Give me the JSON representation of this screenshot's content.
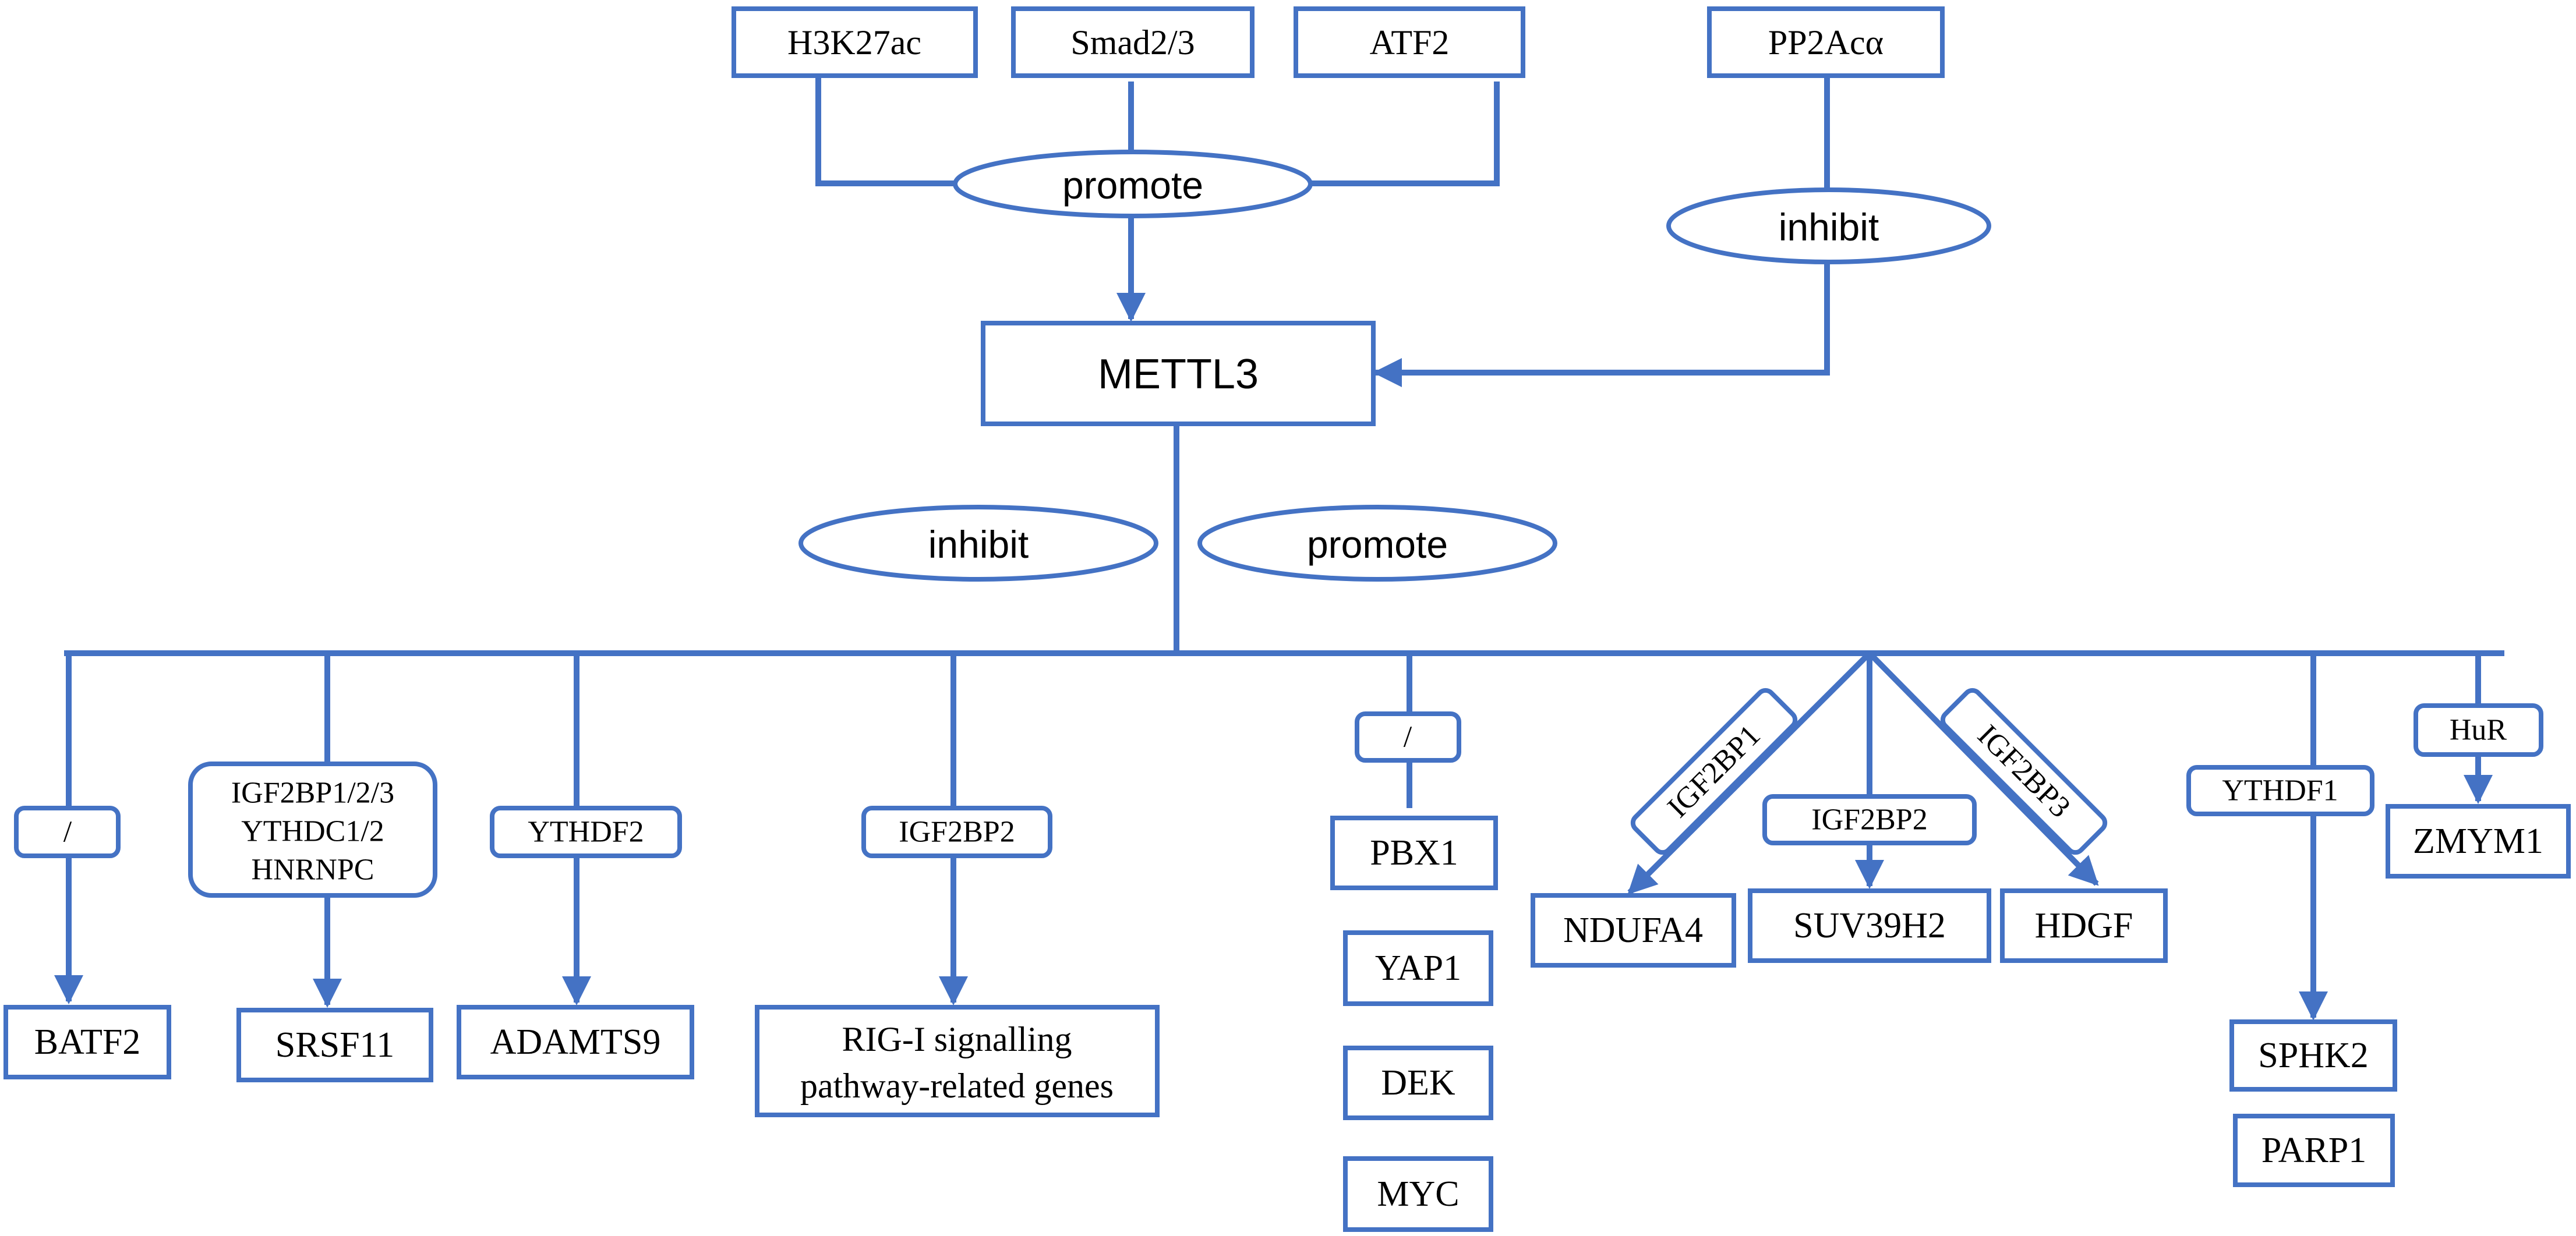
{
  "upstream": {
    "h3k27ac": "H3K27ac",
    "smad": "Smad2/3",
    "atf2": "ATF2",
    "pp2a": "PP2Acα",
    "promote": "promote",
    "inhibit": "inhibit"
  },
  "center": {
    "mettl3": "METTL3",
    "inhibit": "inhibit",
    "promote": "promote"
  },
  "readers": {
    "slash1": "/",
    "igf2bp123": "IGF2BP1/2/3",
    "ythdc12": "YTHDC1/2",
    "hnrnpc": "HNRNPC",
    "ythdf2": "YTHDF2",
    "igf2bp2a": "IGF2BP2",
    "slash2": "/",
    "igf2bp1": "IGF2BP1",
    "igf2bp2b": "IGF2BP2",
    "igf2bp3": "IGF2BP3",
    "ythdf1": "YTHDF1",
    "hur": "HuR"
  },
  "targets": {
    "batf2": "BATF2",
    "srsf11": "SRSF11",
    "adamts9": "ADAMTS9",
    "rig_line1": "RIG-I signalling",
    "rig_line2": "pathway-related genes",
    "pbx1": "PBX1",
    "yap1": "YAP1",
    "dek": "DEK",
    "myc": "MYC",
    "ndufa4": "NDUFA4",
    "suv39h2": "SUV39H2",
    "hdgf": "HDGF",
    "sphk2": "SPHK2",
    "parp1": "PARP1",
    "zmym1": "ZMYM1"
  },
  "colors": {
    "accent": "#4472c4",
    "text": "#000000",
    "background": "#ffffff"
  }
}
